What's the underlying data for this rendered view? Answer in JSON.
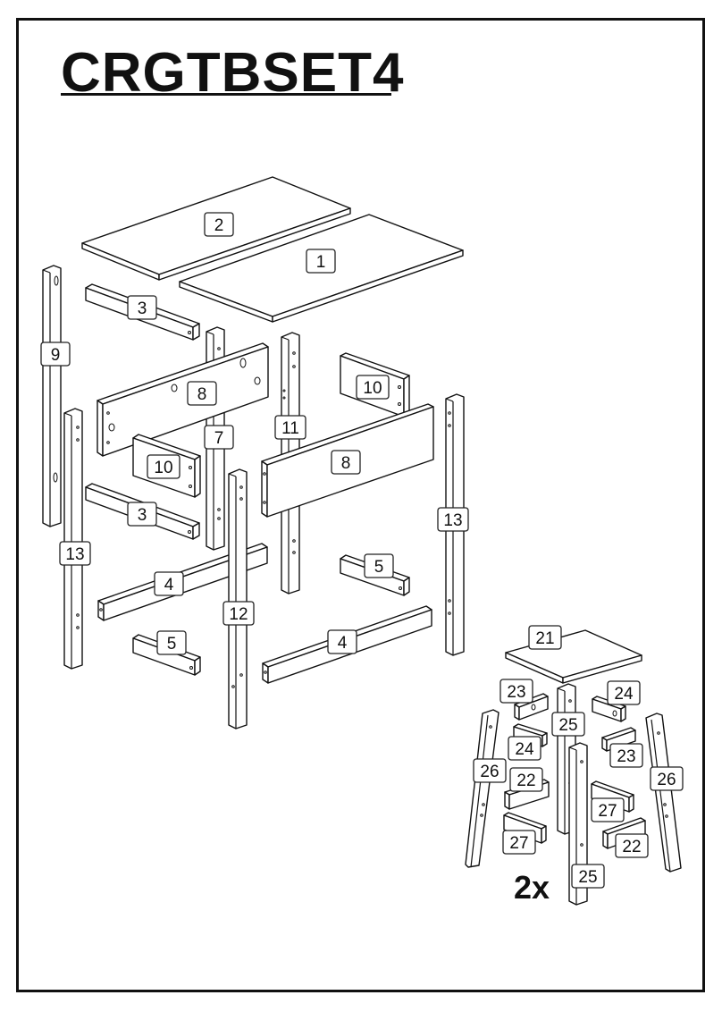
{
  "title": "CRGTBSET4",
  "multiplier": "2x",
  "labels": {
    "p1": "1",
    "p2": "2",
    "p3a": "3",
    "p3b": "3",
    "p4a": "4",
    "p4b": "4",
    "p5a": "5",
    "p5b": "5",
    "p7": "7",
    "p8a": "8",
    "p8b": "8",
    "p9": "9",
    "p10a": "10",
    "p10b": "10",
    "p11": "11",
    "p12": "12",
    "p13a": "13",
    "p13b": "13",
    "p21": "21",
    "p22a": "22",
    "p22b": "22",
    "p23a": "23",
    "p23b": "23",
    "p24a": "24",
    "p24b": "24",
    "p25a": "25",
    "p25b": "25",
    "p26a": "26",
    "p26b": "26",
    "p27a": "27",
    "p27b": "27"
  }
}
